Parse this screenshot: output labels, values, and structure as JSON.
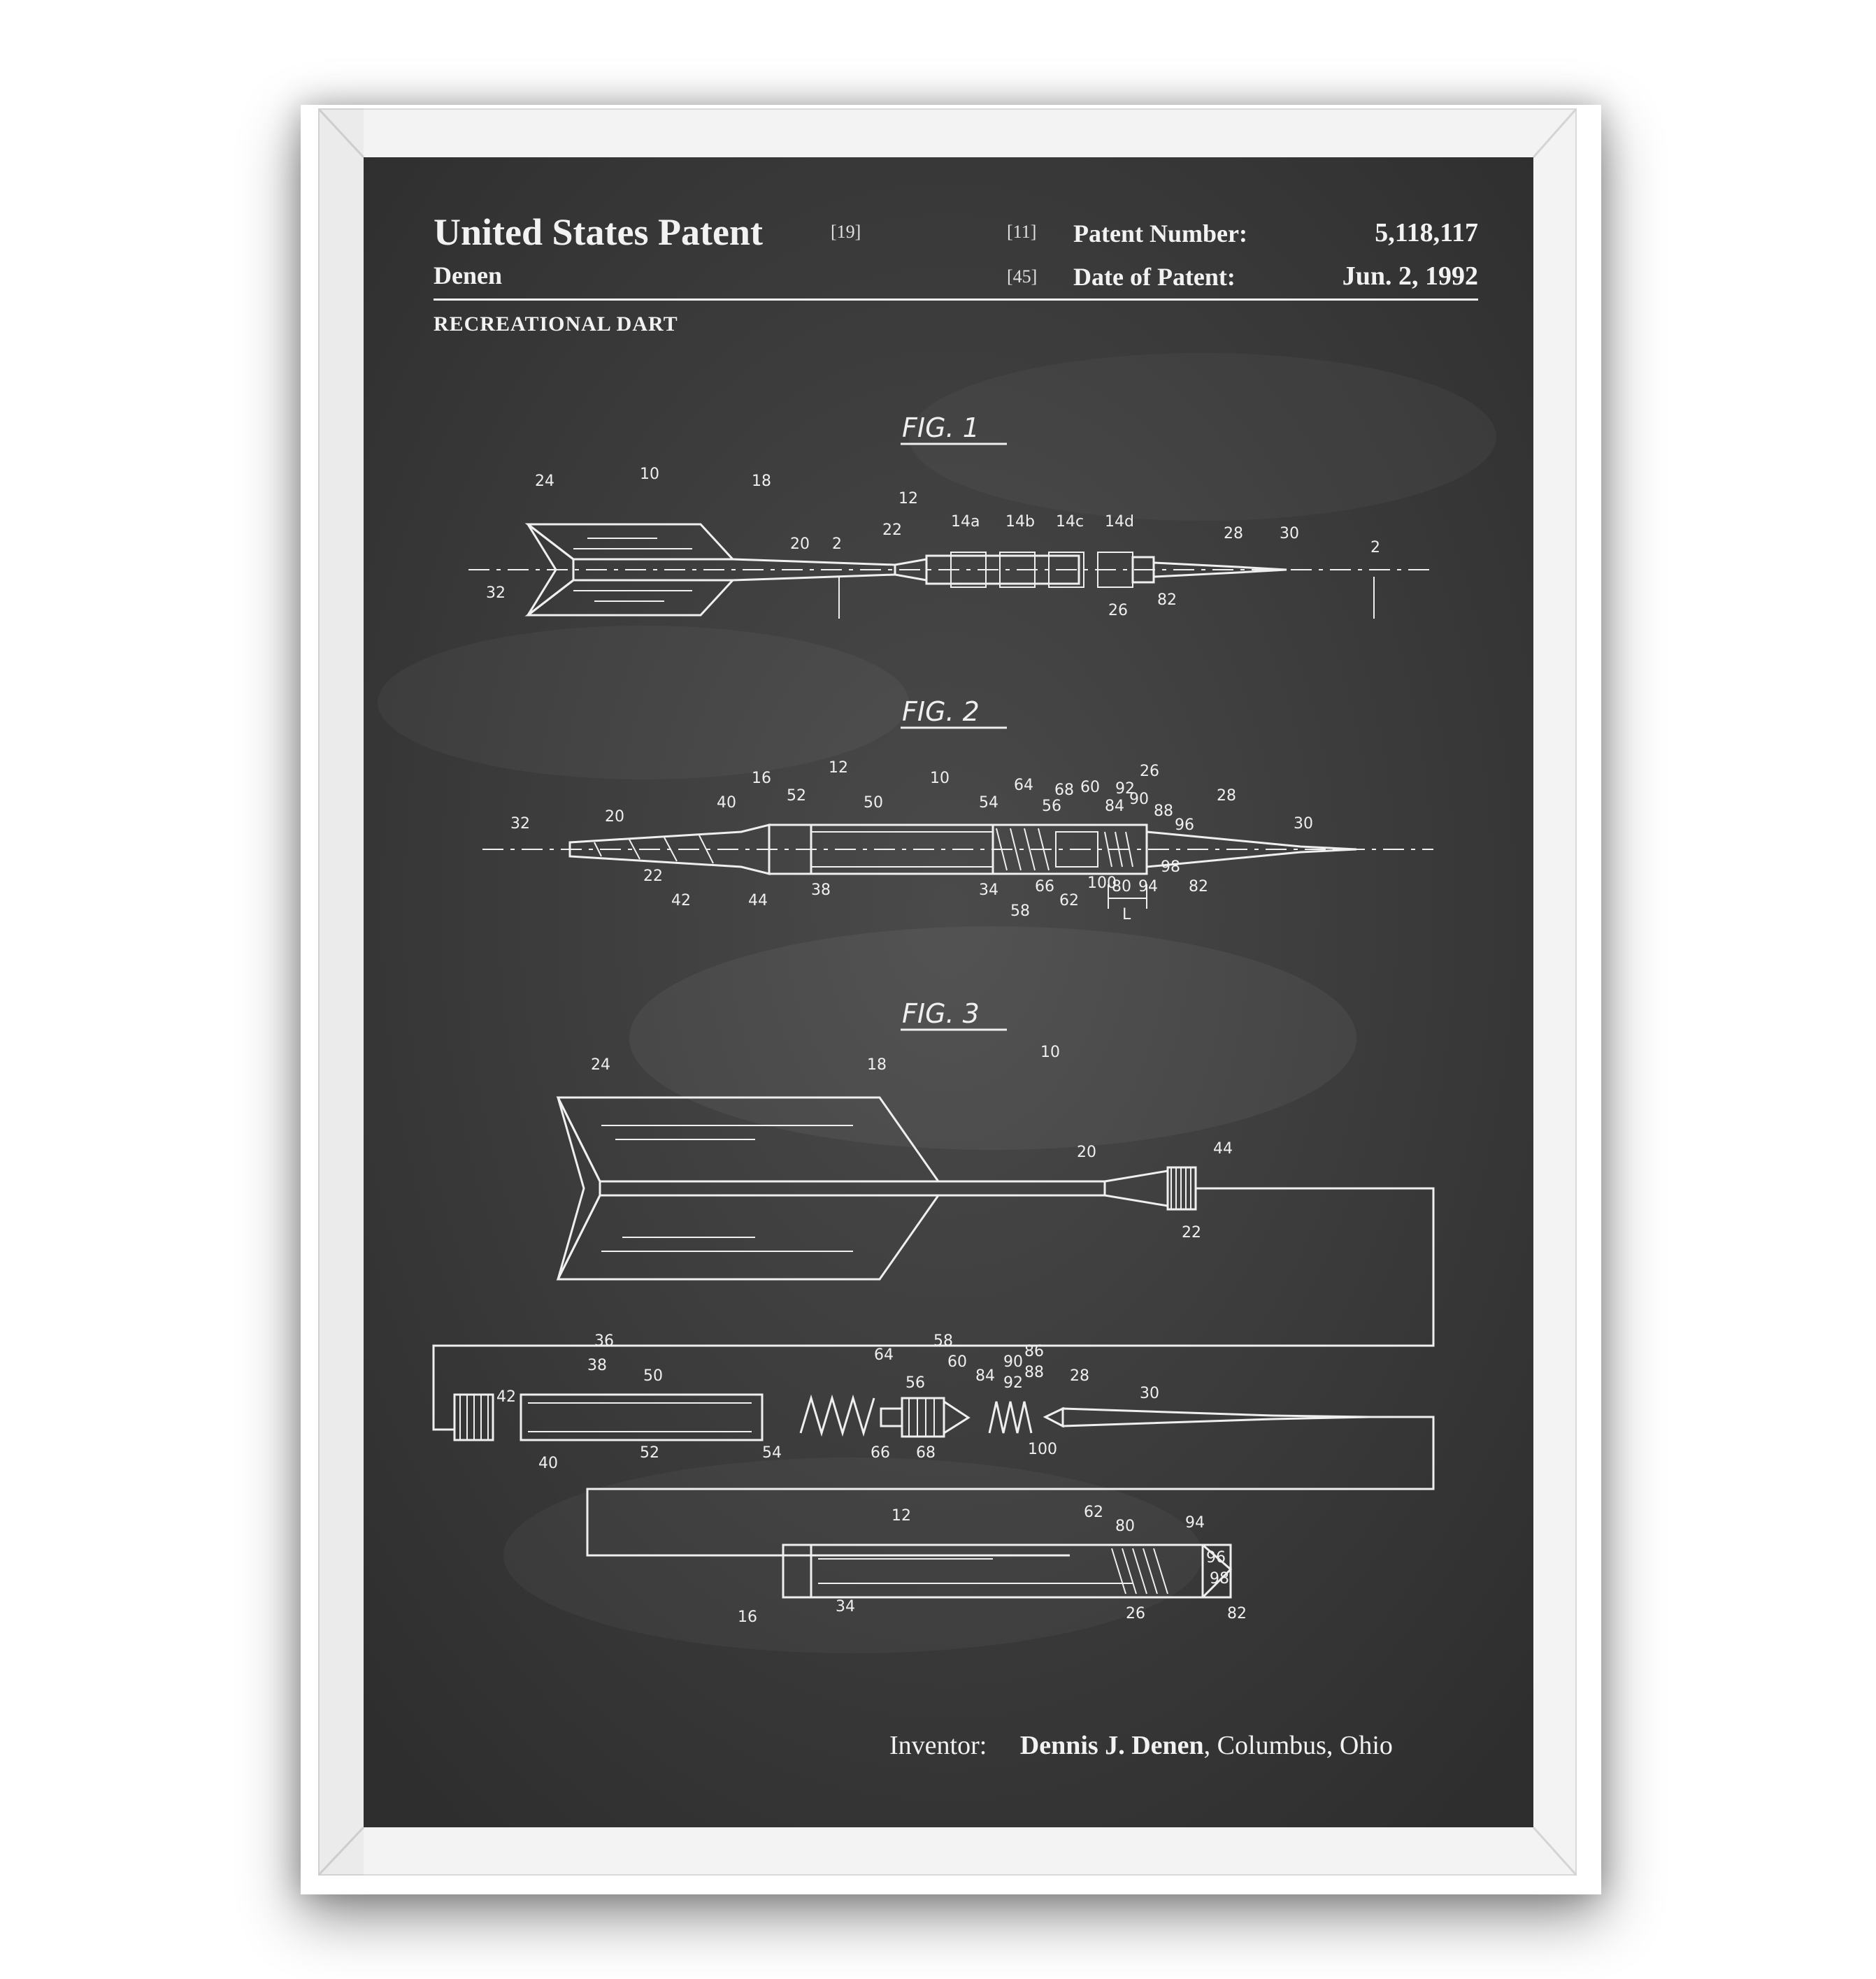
{
  "patent": {
    "title": "United States Patent",
    "title_ref": "[19]",
    "inventor_short": "Denen",
    "number_ref": "[11]",
    "number_label": "Patent Number:",
    "number": "5,118,117",
    "date_ref": "[45]",
    "date_label": "Date of Patent:",
    "date": "Jun. 2, 1992",
    "subject": "RECREATIONAL DART"
  },
  "figures": {
    "fig1": "FIG. 1",
    "fig2": "FIG. 2",
    "fig3": "FIG. 3"
  },
  "inventor": {
    "label": "Inventor:",
    "name": "Dennis J. Denen",
    "location": ", Columbus, Ohio"
  },
  "colors": {
    "frame": "#f3f3f3",
    "board": "#3a3a3a",
    "chalk": "#f2f2f2"
  }
}
